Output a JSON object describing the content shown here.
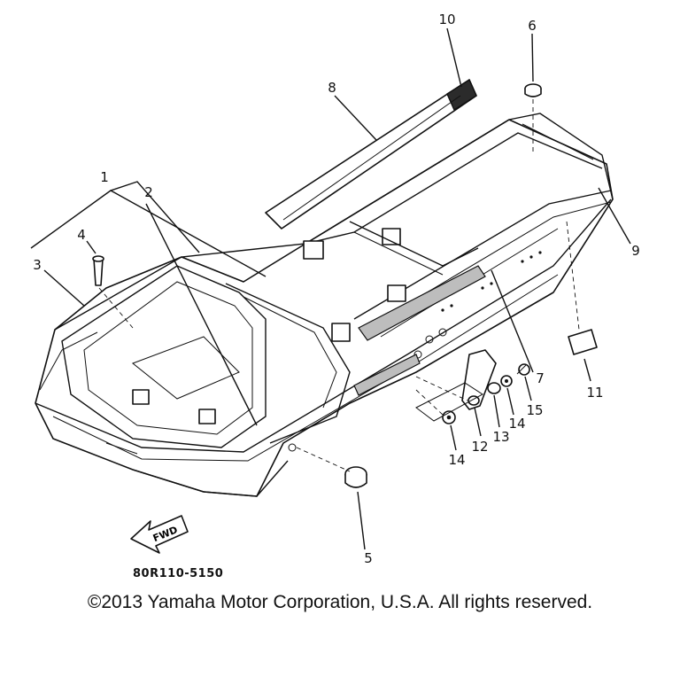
{
  "diagram": {
    "callouts": [
      "1",
      "2",
      "3",
      "4",
      "5",
      "6",
      "7",
      "8",
      "9",
      "10",
      "11",
      "12",
      "13",
      "14",
      "14",
      "15"
    ],
    "code": "80R110-5150",
    "fwd_label": "FWD"
  },
  "footer": {
    "copyright": "©2013 Yamaha Motor Corporation, U.S.A. All rights reserved."
  }
}
